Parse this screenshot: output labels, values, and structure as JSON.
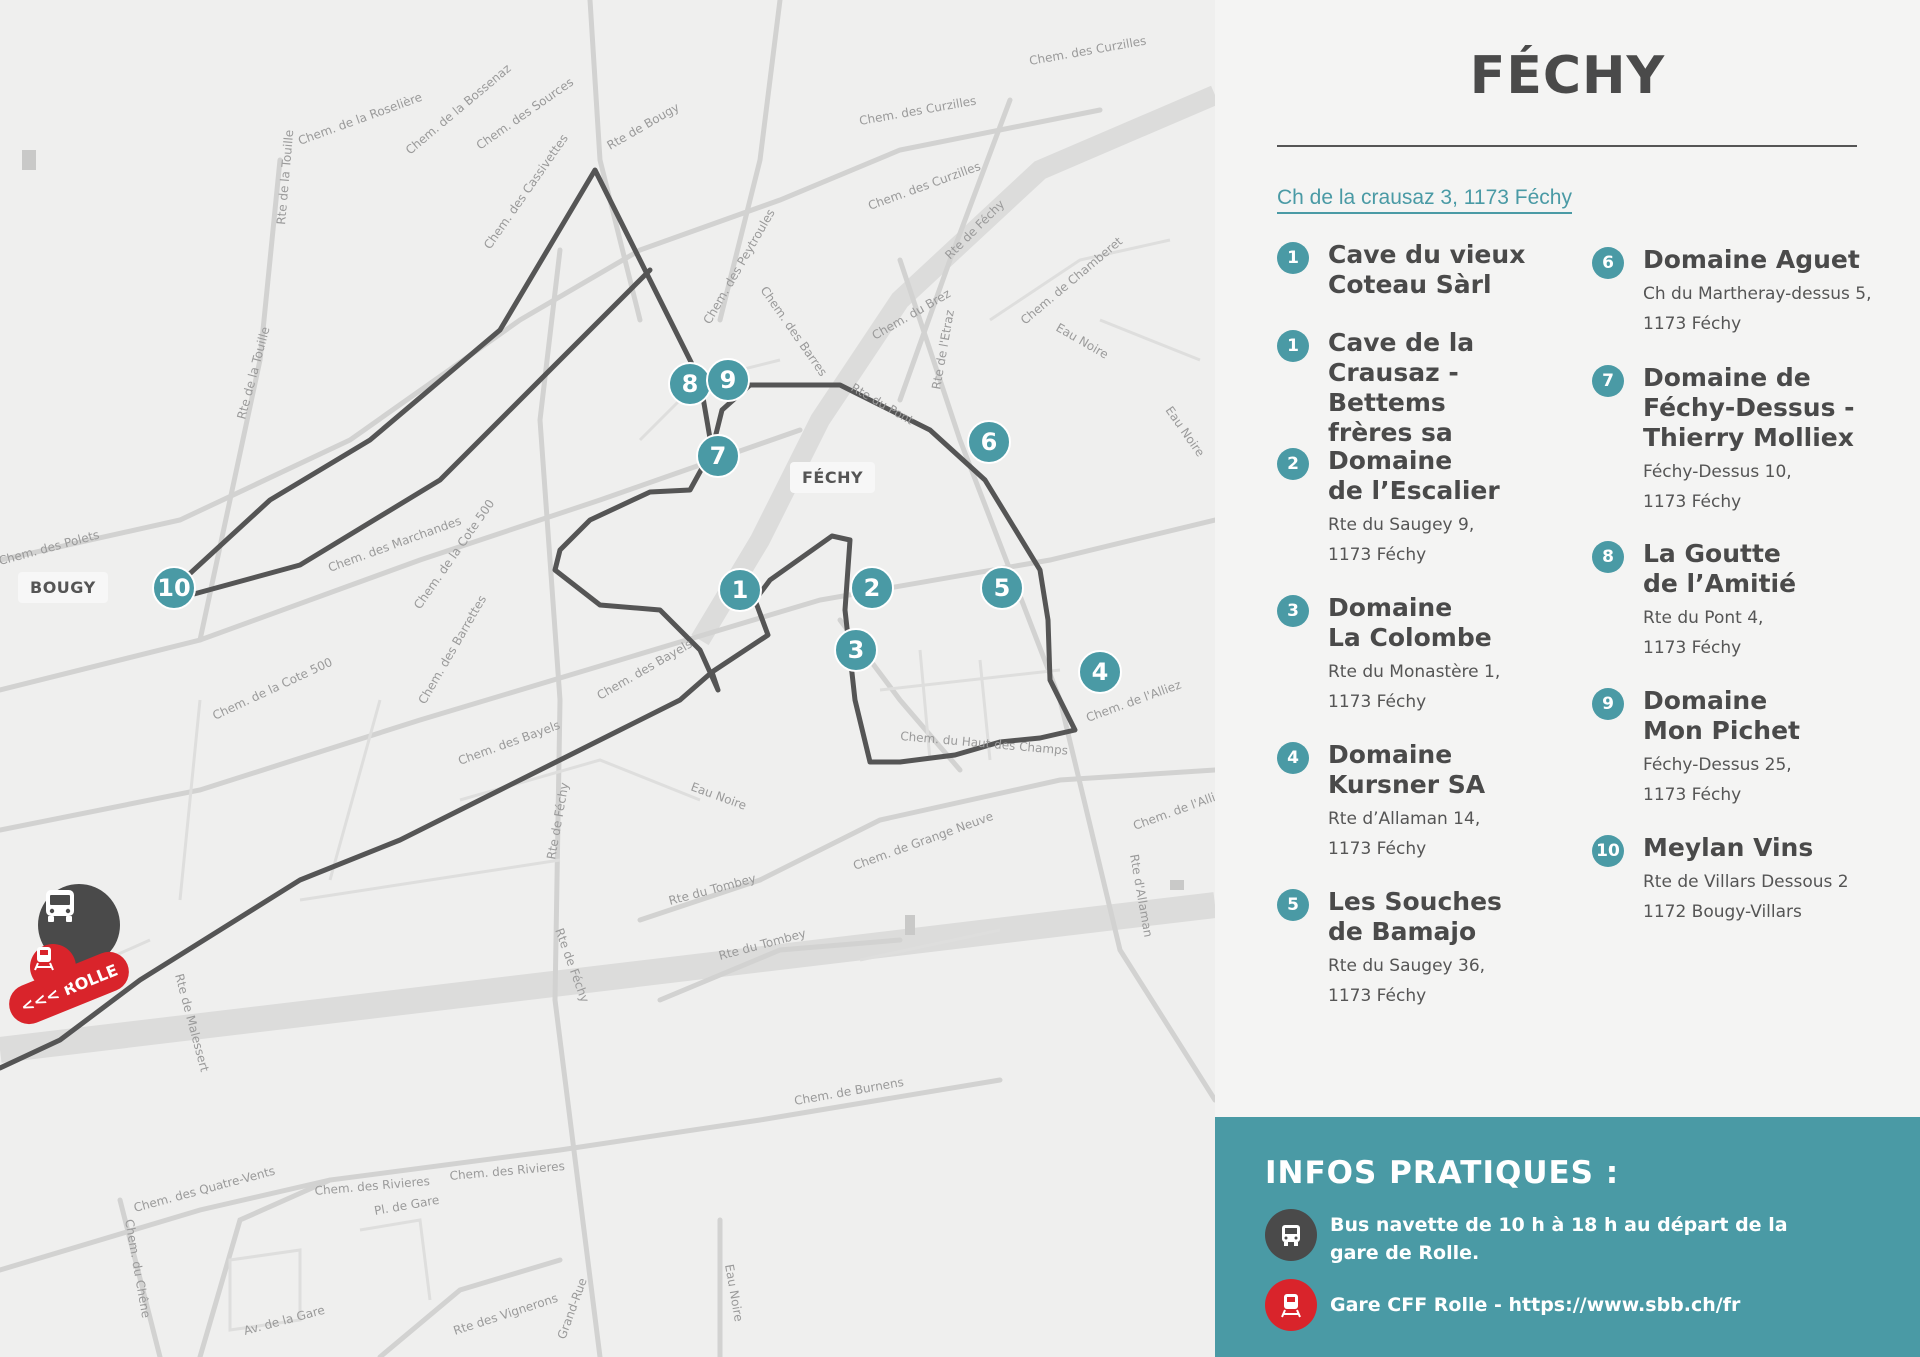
{
  "map": {
    "place_fechy": "FÉCHY",
    "place_bougy": "BOUGY",
    "rolle_label": "<<< ROLLE",
    "markers": {
      "m1": "1",
      "m2": "2",
      "m3": "3",
      "m4": "4",
      "m5": "5",
      "m6": "6",
      "m7": "7",
      "m8": "8",
      "m9": "9",
      "m10": "10"
    },
    "road_labels": {
      "r1": "Chem. de la Roselière",
      "r2": "Chem. de la Bossenaz",
      "r3": "Chem. des Sources",
      "r4": "Chem. des Cassivettes",
      "r5": "Rte de Bougy",
      "r6": "Chem. des Curzilles",
      "r7": "Chem. des Peytroules",
      "r8": "Chem. des Barres",
      "r9": "Chem. du Brez",
      "r10": "Rte de Féchy",
      "r11": "Rte de l'Etraz",
      "r12": "Chem. de Chamberet",
      "r13": "Eau Noire",
      "r14": "Chem. des Marchandes",
      "r15": "Chem. de la Cote 500",
      "r16": "Chem. des Barrettes",
      "r17": "Chem. des Bayels",
      "r18": "Chem. de l'Alliez",
      "r19": "Chem. de Grange Neuve",
      "r20": "Rte du Tombey",
      "r21": "Rte d'Allaman",
      "r22": "Chem. de Burnens",
      "r23": "Chem. des Rivieres",
      "r24": "Chem. des Quatre-Vents",
      "r25": "Rte des Vignerons",
      "r26": "Av. de la Gare",
      "r27": "Rte de Malessert",
      "r28": "Rte de la Touille",
      "r29": "Chem. du Haut des Champs",
      "r30": "Chem. du Chêne",
      "r31": "Grand-Rue",
      "r32": "Pl. de Gare",
      "r33": "Rte du Pont",
      "r34": "Chem. des Polets"
    }
  },
  "panel": {
    "title": "FÉCHY",
    "address": "Ch de la crausaz 3, 1173 Féchy",
    "entries": [
      {
        "num": "1",
        "name": "Cave du vieux\nCoteau Sàrl",
        "addr": ""
      },
      {
        "num": "1",
        "name": "Cave de la\nCrausaz - Bettems\nfrères sa",
        "addr": ""
      },
      {
        "num": "2",
        "name": "Domaine\nde l’Escalier",
        "addr": "Rte du Saugey 9,\n1173 Féchy"
      },
      {
        "num": "3",
        "name": "Domaine\nLa Colombe",
        "addr": "Rte du Monastère 1,\n1173 Féchy"
      },
      {
        "num": "4",
        "name": "Domaine\nKursner SA",
        "addr": "Rte d’Allaman 14,\n1173 Féchy"
      },
      {
        "num": "5",
        "name": "Les Souches\nde Bamajo",
        "addr": "Rte du Saugey 36,\n1173 Féchy"
      },
      {
        "num": "6",
        "name": "Domaine Aguet",
        "addr": "Ch du Martheray-dessus 5,\n1173 Féchy"
      },
      {
        "num": "7",
        "name": "Domaine de\nFéchy-Dessus -\nThierry Molliex",
        "addr": "Féchy-Dessus 10,\n1173 Féchy"
      },
      {
        "num": "8",
        "name": "La Goutte\nde l’Amitié",
        "addr": "Rte du Pont 4,\n1173 Féchy"
      },
      {
        "num": "9",
        "name": "Domaine\nMon Pichet",
        "addr": "Féchy-Dessus 25,\n1173 Féchy"
      },
      {
        "num": "10",
        "name": "Meylan Vins",
        "addr": "Rte de Villars Dessous 2\n1172 Bougy-Villars"
      }
    ]
  },
  "infos": {
    "title": "INFOS PRATIQUES :",
    "bus_text": "Bus navette  de 10 h à 18 h au départ de la gare de Rolle.",
    "train_text": "Gare CFF Rolle - https://www.sbb.ch/fr"
  },
  "colors": {
    "accent": "#4a9aa5",
    "dark": "#4a4a4a",
    "red": "#d9242b"
  }
}
